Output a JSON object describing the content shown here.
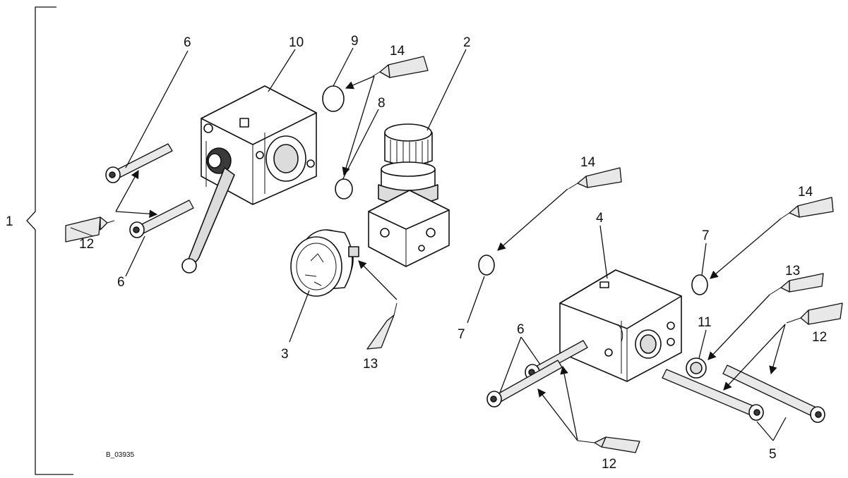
{
  "callouts": {
    "c1": "1",
    "c2": "2",
    "c3": "3",
    "c4": "4",
    "c5": "5",
    "c6a": "6",
    "c6b": "6",
    "c6c": "6",
    "c7a": "7",
    "c7b": "7",
    "c8": "8",
    "c9": "9",
    "c10": "10",
    "c11": "11",
    "c12a": "12",
    "c12b": "12",
    "c12c": "12",
    "c13a": "13",
    "c13b": "13",
    "c14a": "14",
    "c14b": "14",
    "c14c": "14"
  },
  "figure_id": "B_03935"
}
